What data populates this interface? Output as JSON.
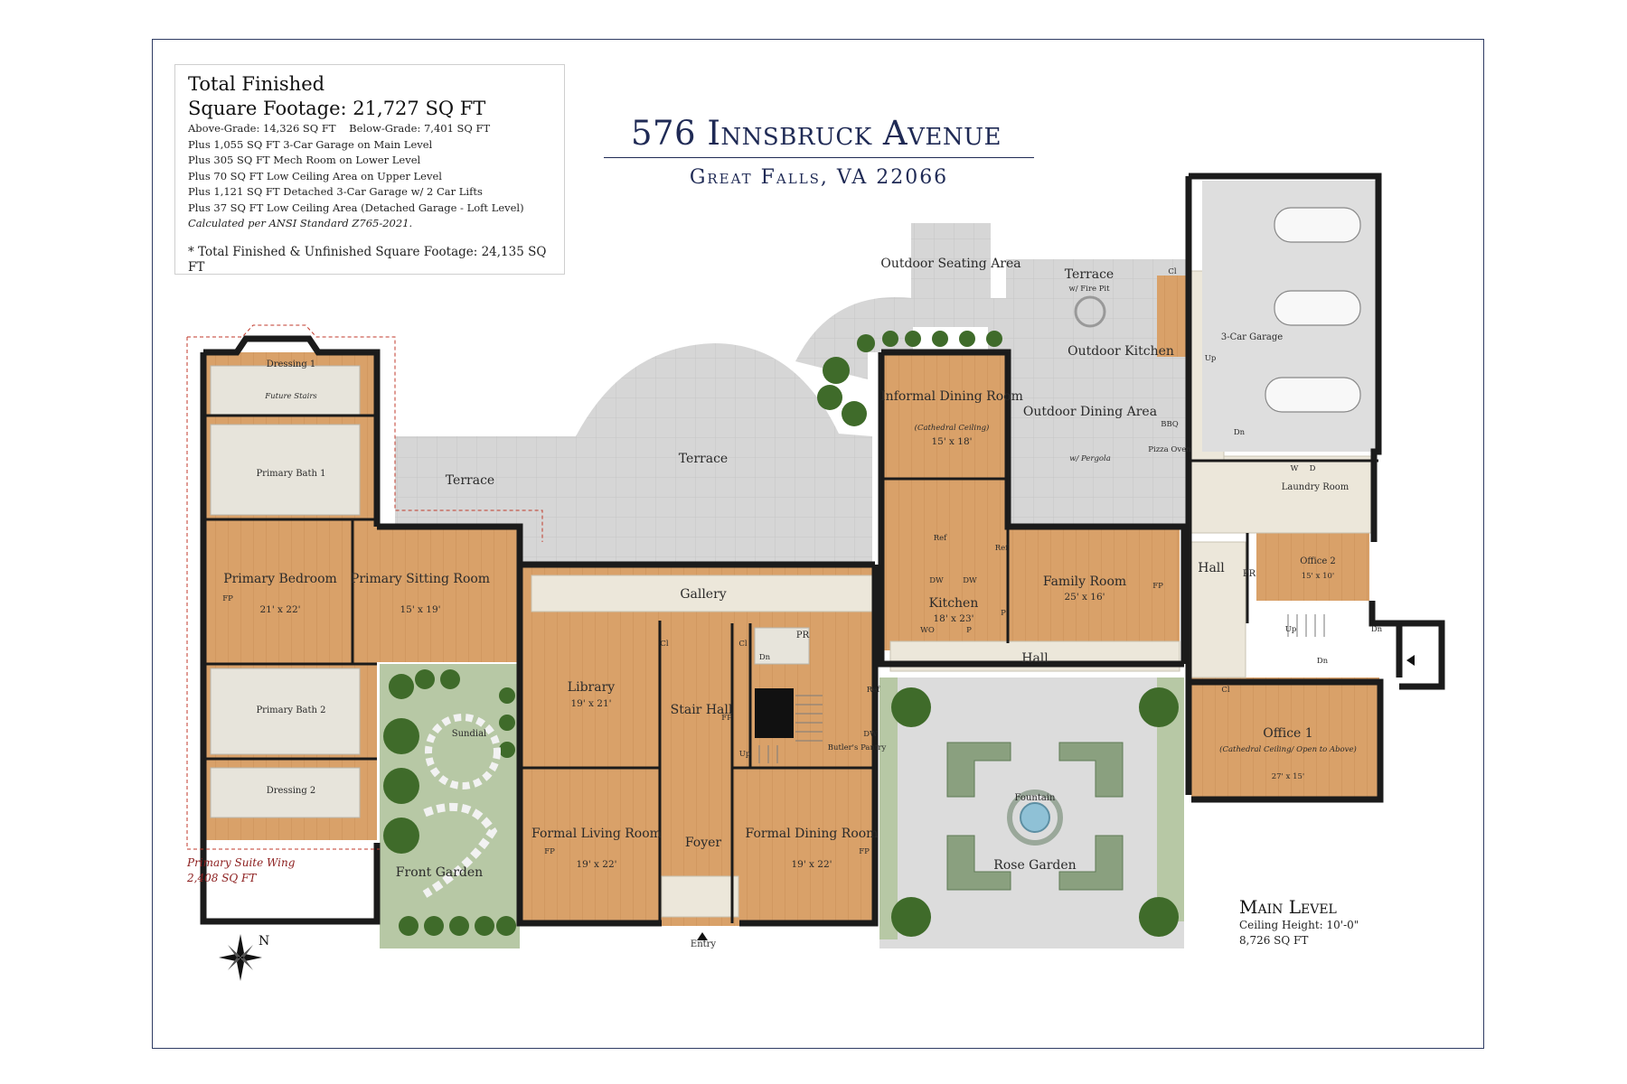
{
  "info": {
    "heading1": "Total Finished",
    "heading2": "Square Footage: 21,727 SQ FT",
    "lines": [
      "Above-Grade: 14,326 SQ FT    Below-Grade: 7,401 SQ FT",
      "Plus 1,055 SQ FT 3-Car Garage on Main Level",
      "Plus 305 SQ FT Mech Room on Lower Level",
      "Plus 70 SQ FT Low Ceiling Area on Upper Level",
      "Plus 1,121 SQ FT Detached 3-Car Garage w/ 2 Car Lifts",
      "Plus 37 SQ FT Low Ceiling Area (Detached Garage - Loft Level)"
    ],
    "calc": "Calculated per ANSI Standard Z765-2021.",
    "total": "* Total Finished & Unfinished Square Footage: 24,135 SQ FT"
  },
  "address": {
    "street": "576 Innsbruck Avenue",
    "city": "Great Falls, VA 22066"
  },
  "level": {
    "name": "Main Level",
    "ceiling": "Ceiling Height: 10'-0\"",
    "area": "8,726 SQ FT"
  },
  "suite": {
    "name": "Primary Suite Wing",
    "area": "2,408 SQ FT"
  },
  "compass": {
    "north": "N"
  },
  "colors": {
    "wood": "#d9a169",
    "wall": "#1b1b1b",
    "stone": "#d5d5d5",
    "tile": "#eee9dd",
    "garden": "#b7c8a5",
    "navy": "#1f2a55"
  },
  "rooms": {
    "dressing1": "Dressing 1",
    "future_stairs": "Future Stairs",
    "primary_bath1": "Primary Bath 1",
    "primary_bedroom": "Primary Bedroom",
    "primary_bedroom_dim": "21' x 22'",
    "primary_sitting": "Primary Sitting Room",
    "primary_sitting_dim": "15' x 19'",
    "primary_bath2": "Primary Bath 2",
    "dressing2": "Dressing 2",
    "terrace_left": "Terrace",
    "terrace_center": "Terrace",
    "outdoor_seating": "Outdoor Seating Area",
    "terrace_fire": "Terrace",
    "terrace_fire_sub": "w/ Fire Pit",
    "outdoor_kitchen": "Outdoor Kitchen",
    "outdoor_dining": "Outdoor Dining Area",
    "outdoor_dining_sub": "w/ Pergola",
    "bbq": "BBQ",
    "pizza_oven": "Pizza Oven",
    "informal_dining": "Informal Dining Room",
    "informal_dining_sub": "(Cathedral Ceiling)",
    "informal_dining_dim": "15' x 18'",
    "kitchen": "Kitchen",
    "kitchen_dim": "18' x 23'",
    "family_room": "Family Room",
    "family_room_dim": "25' x 16'",
    "gallery": "Gallery",
    "library": "Library",
    "library_dim": "19' x 21'",
    "stair_hall": "Stair Hall",
    "pr": "PR",
    "butlers_pantry": "Butler's Pantry",
    "formal_living": "Formal Living Room",
    "formal_living_dim": "19' x 22'",
    "foyer": "Foyer",
    "formal_dining": "Formal Dining Room",
    "formal_dining_dim": "19' x 22'",
    "entry": "Entry",
    "hall_main": "Hall",
    "hall_east": "Hall",
    "sundial": "Sundial",
    "front_garden": "Front Garden",
    "fountain": "Fountain",
    "rose_garden": "Rose Garden",
    "garage": "3-Car Garage",
    "laundry": "Laundry Room",
    "office2": "Office 2",
    "office2_dim": "15' x 10'",
    "pr2": "PR",
    "office1": "Office 1",
    "office1_sub": "(Cathedral Ceiling/ Open to Above)",
    "office1_dim": "27' x 15'"
  },
  "tags": {
    "fp": "FP",
    "cl": "Cl",
    "up": "Up",
    "dn": "Dn",
    "ref": "Ref",
    "dw": "DW",
    "wo": "WO",
    "p": "P",
    "w": "W",
    "d": "D"
  }
}
